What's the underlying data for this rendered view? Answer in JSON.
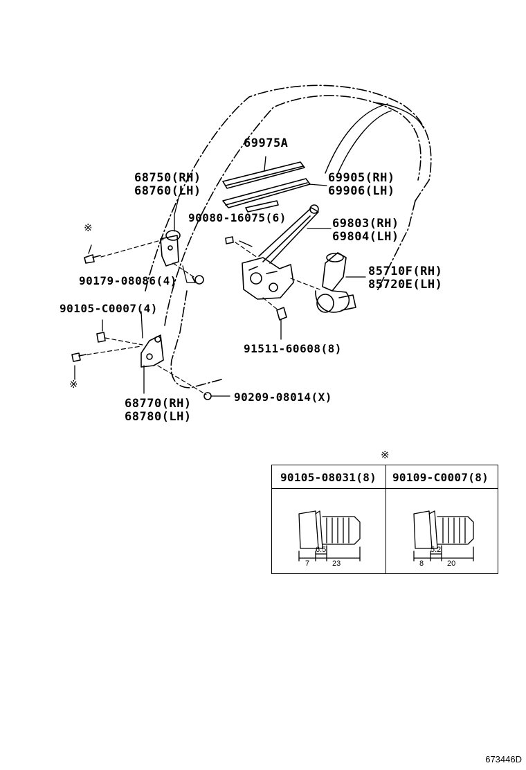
{
  "labels": {
    "p69975a": "69975A",
    "p68750": "68750(RH)",
    "p68760": "68760(LH)",
    "p69905": "69905(RH)",
    "p69906": "69906(LH)",
    "p90080": "90080-16075(6)",
    "p69803": "69803(RH)",
    "p69804": "69804(LH)",
    "p85710": "85710F(RH)",
    "p85720": "85720E(LH)",
    "p90179": "90179-08086(4)",
    "p90105c": "90105-C0007(4)",
    "p91511": "91511-60608(8)",
    "p68770": "68770(RH)",
    "p68780": "68780(LH)",
    "p90209": "90209-08014(X)"
  },
  "reference_mark": "※",
  "bolt_table": {
    "mark": "※",
    "bolts": [
      {
        "part": "90105-08031(8)",
        "d1": "6.5",
        "d2": "7",
        "d3": "23"
      },
      {
        "part": "90109-C0007(8)",
        "d1": "5.2",
        "d2": "8",
        "d3": "20"
      }
    ]
  },
  "drawing_id": "673446D"
}
